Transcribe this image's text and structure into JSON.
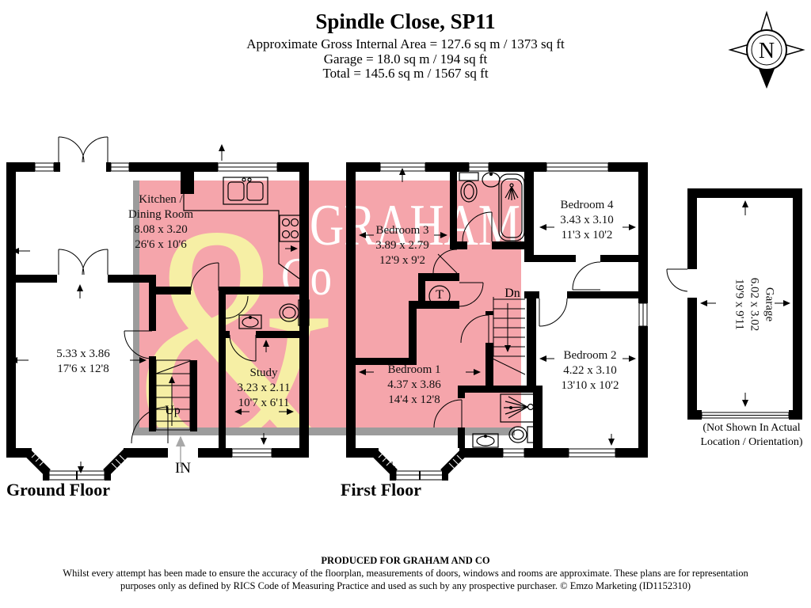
{
  "header": {
    "title": "Spindle Close, SP11",
    "area_line1": "Approximate Gross Internal Area = 127.6 sq m / 1373 sq ft",
    "area_line2": "Garage = 18.0 sq m / 194 sq ft",
    "area_line3": "Total = 145.6 sq m / 1567 sq ft"
  },
  "compass": {
    "north": "N"
  },
  "watermark": {
    "ampersand": "&",
    "name": "GRAHAM",
    "suffix": "Co",
    "pink": "#f5a5ab",
    "yellow": "#f6efa5",
    "shadow_gray": "#9c9c9c"
  },
  "floors": {
    "ground_label": "Ground Floor",
    "first_label": "First Floor"
  },
  "rooms": {
    "kitchen": {
      "line1": "Kitchen /",
      "line2": "Dining Room",
      "metric": "8.08 x 3.20",
      "imperial": "26'6 x 10'6"
    },
    "living": {
      "metric": "5.33 x 3.86",
      "imperial": "17'6 x 12'8"
    },
    "study": {
      "name": "Study",
      "metric": "3.23 x 2.11",
      "imperial": "10'7 x 6'11"
    },
    "bedroom1": {
      "name": "Bedroom 1",
      "metric": "4.37 x 3.86",
      "imperial": "14'4 x 12'8"
    },
    "bedroom2": {
      "name": "Bedroom 2",
      "metric": "4.22 x 3.10",
      "imperial": "13'10 x 10'2"
    },
    "bedroom3": {
      "name": "Bedroom 3",
      "metric": "3.89 x 2.79",
      "imperial": "12'9 x 9'2"
    },
    "bedroom4": {
      "name": "Bedroom 4",
      "metric": "3.43 x 3.10",
      "imperial": "11'3 x 10'2"
    },
    "garage": {
      "name": "Garage",
      "metric": "6.02 x 3.02",
      "imperial": "19'9 x 9'11",
      "note_line1": "(Not Shown In Actual",
      "note_line2": "Location / Orientation)"
    }
  },
  "annotations": {
    "stairs_up": "Up",
    "stairs_down": "Dn",
    "entrance": "IN",
    "tank": "T"
  },
  "footer": {
    "produced": "PRODUCED FOR GRAHAM AND CO",
    "disclaimer1": "Whilst every attempt has been made to ensure the accuracy of the floorplan, measurements of doors, windows and rooms are approximate. These plans are for representation",
    "disclaimer2": "purposes only as defined by RICS Code of Measuring Practice and used as such by any prospective purchaser. © Emzo Marketing (ID1152310)"
  }
}
